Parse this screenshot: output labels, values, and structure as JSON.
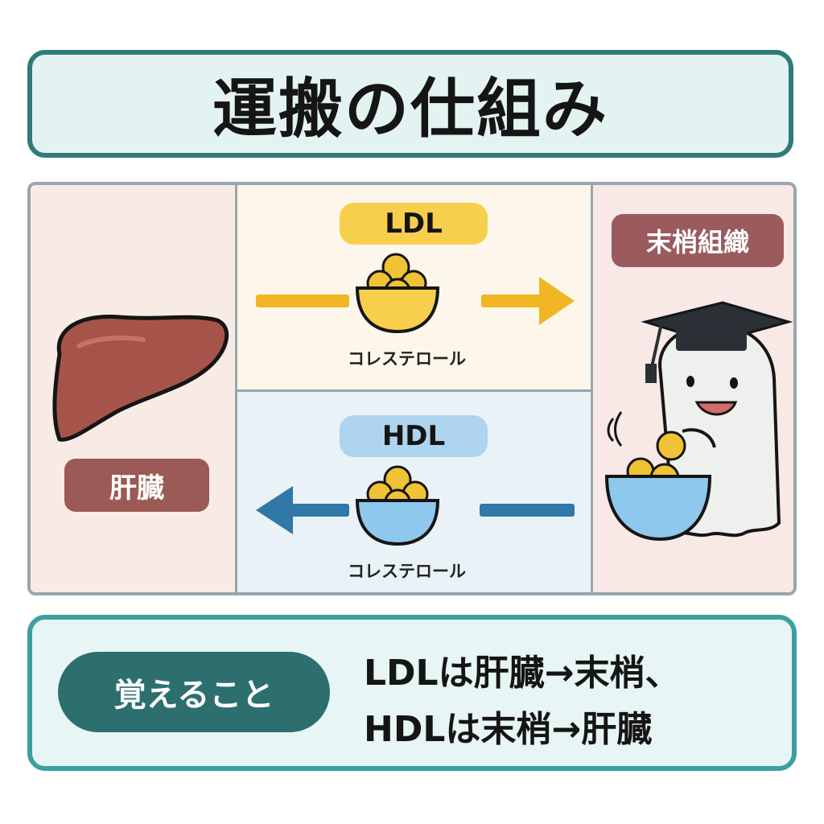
{
  "title": "運搬の仕組み",
  "liver": {
    "label": "肝臓"
  },
  "tissue": {
    "label": "末梢組織"
  },
  "ldl": {
    "label": "LDL",
    "cargo": "コレステロール",
    "direction": "right",
    "color": "#f2b625"
  },
  "hdl": {
    "label": "HDL",
    "cargo": "コレステロール",
    "direction": "left",
    "color": "#2f78a8"
  },
  "summary": {
    "label": "覚えること",
    "line1": "LDLは肝臓→末梢、",
    "line2": "HDLは末梢→肝臓"
  },
  "icons": [
    "liver-icon",
    "ldl-bowl-icon",
    "hdl-bowl-icon",
    "ghost-graduate-icon",
    "right-arrow-icon",
    "left-arrow-icon"
  ]
}
